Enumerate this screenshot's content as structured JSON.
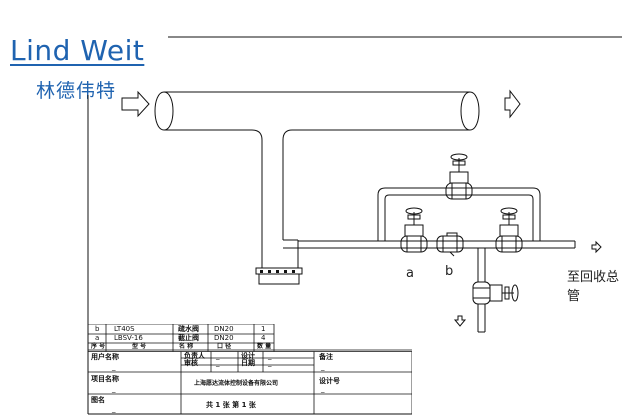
{
  "logo": {
    "name_en": "Lind Weit",
    "name_cn": "林德伟特"
  },
  "labels": {
    "valve_a": "a",
    "valve_b": "b",
    "outlet": "至回收总管"
  },
  "parts_table": {
    "rows": [
      {
        "no": "b",
        "model": "LT40S",
        "name": "疏水阀",
        "size": "DN20",
        "qty": "1"
      },
      {
        "no": "a",
        "model": "LBSV-16",
        "name": "截止阀",
        "size": "DN20",
        "qty": "4"
      }
    ],
    "header": {
      "no": "序 号",
      "model": "型 号",
      "name": "名 称",
      "size": "口 径",
      "qty": "数 量"
    }
  },
  "title_block": {
    "owner_label": "用户名称",
    "owner_value": "_",
    "project_label": "项目名称",
    "project_value": "_",
    "drawing_label": "图名",
    "drawing_value": "_",
    "responsible_label": "负责人",
    "responsible_value": "_",
    "design_label": "设计",
    "design_value": "_",
    "review_label": "审核",
    "review_value": "_",
    "date_label": "日期",
    "date_value": "_",
    "remark_label": "备注",
    "remark_value": "_",
    "drawing_no_label": "设计号",
    "drawing_no_value": "_",
    "company": "上海愿达流体控制设备有限公司",
    "sheets": "共 1 张 第 1 张"
  },
  "colors": {
    "logo": "#1f63b0",
    "line": "#111111"
  }
}
